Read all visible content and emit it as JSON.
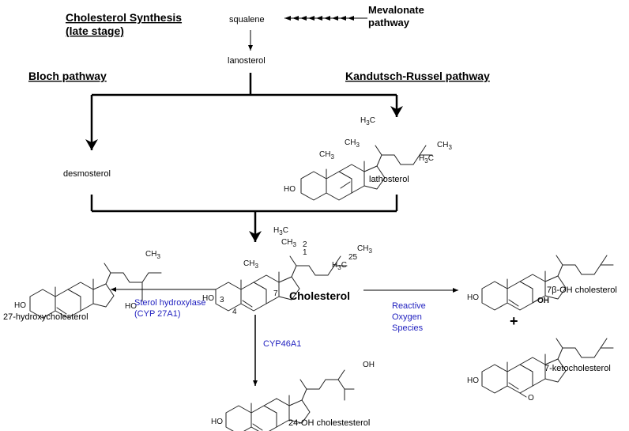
{
  "headings": {
    "title_line1": "Cholesterol  Synthesis",
    "title_line2": "(late stage)",
    "mevalonate_line1": "Mevalonate",
    "mevalonate_line2": "pathway",
    "bloch": "Bloch pathway",
    "kandutsch": "Kandutsch-Russel pathway"
  },
  "compounds": {
    "squalene": "squalene",
    "lanosterol": "lanosterol",
    "desmosterol": "desmosterol",
    "lathosterol": "lathosterol",
    "cholesterol": "Cholesterol",
    "hydroxy27": "27-hydroxycholesterol",
    "oh7b": "7β-OH cholesterol",
    "keto7": "7-ketocholesterol",
    "oh24": "24-OH cholestesterol"
  },
  "enzymes": {
    "sterol_line1": "Sterol  hydroxylase",
    "sterol_line2": "(CYP 27A1)",
    "cyp46": "CYP46A1",
    "ros_line1": "Reactive",
    "ros_line2": "Oxygen",
    "ros_line3": "Species"
  },
  "atom_labels": {
    "ho": "HO",
    "oh": "OH",
    "o": "O",
    "h3c": "H",
    "ch3": "CH",
    "three": "3",
    "plus": "+"
  },
  "numbering": {
    "n1": "1",
    "n2": "2",
    "n3": "3",
    "n4": "4",
    "n7": "7",
    "n25": "25"
  },
  "colors": {
    "enzyme_text": "#1f1fbf",
    "lines": "#000000"
  }
}
